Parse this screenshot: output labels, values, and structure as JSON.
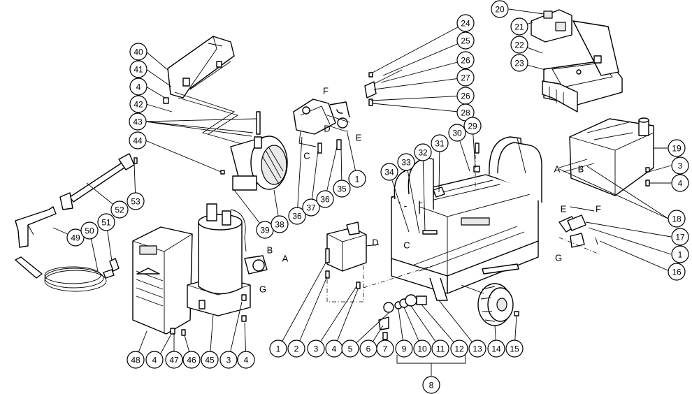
{
  "bubbles": [
    "40",
    "41",
    "4",
    "42",
    "43",
    "44",
    "53",
    "52",
    "49",
    "50",
    "51",
    "39",
    "38",
    "36",
    "37",
    "36",
    "35",
    "1",
    "24",
    "25",
    "26",
    "27",
    "26",
    "28",
    "20",
    "21",
    "22",
    "23",
    "29",
    "30",
    "31",
    "32",
    "33",
    "34",
    "19",
    "3",
    "4",
    "18",
    "17",
    "1",
    "16",
    "48",
    "4",
    "47",
    "46",
    "45",
    "3",
    "4",
    "1",
    "2",
    "3",
    "4",
    "5",
    "6",
    "7",
    "9",
    "10",
    "11",
    "12",
    "13",
    "14",
    "15",
    "8"
  ],
  "letters": [
    "F",
    "D",
    "C",
    "E",
    "B",
    "A",
    "G",
    "C",
    "D",
    "A",
    "B",
    "E",
    "F",
    "G"
  ]
}
